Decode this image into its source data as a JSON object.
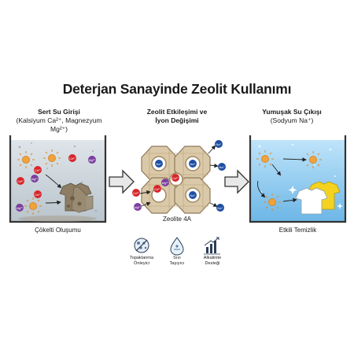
{
  "title": "Deterjan Sanayinde Zeolit Kullanımı",
  "left": {
    "heading": "Sert Su Girişi",
    "sub": "(Kalsiyum Ca²⁺, Magnezyum Mg²⁺)",
    "caption": "Çökelti Oluşumu"
  },
  "middle": {
    "heading_line1": "Zeolit Etkileşimi ve",
    "heading_line2": "İyon Değişimi",
    "caption": "Zeolite 4A"
  },
  "right": {
    "heading": "Yumuşak Su Çıkışı",
    "sub": "(Sodyum Na⁺)",
    "caption": "Etkili Temizlik"
  },
  "ions": {
    "ca": "Ca²⁺",
    "mg": "Mg²⁺",
    "na": "Na⁺"
  },
  "features": [
    {
      "line1": "Topaklanma",
      "line2": "Önleyici",
      "icon": "anti-clumping-icon"
    },
    {
      "line1": "Sıvı",
      "line2": "Taşıyıcı",
      "icon": "liquid-carrier-icon"
    },
    {
      "line1": "Alkalinite",
      "line2": "Desteği",
      "icon": "alkalinity-chart-icon"
    }
  ],
  "colors": {
    "ca_ion": "#d7262b",
    "mg_ion": "#7b3f9e",
    "na_ion": "#1f4fa3",
    "hard_water": "#c9d3da",
    "soft_water": "#8ec9ef",
    "zeolite_frame": "#b59b73"
  }
}
